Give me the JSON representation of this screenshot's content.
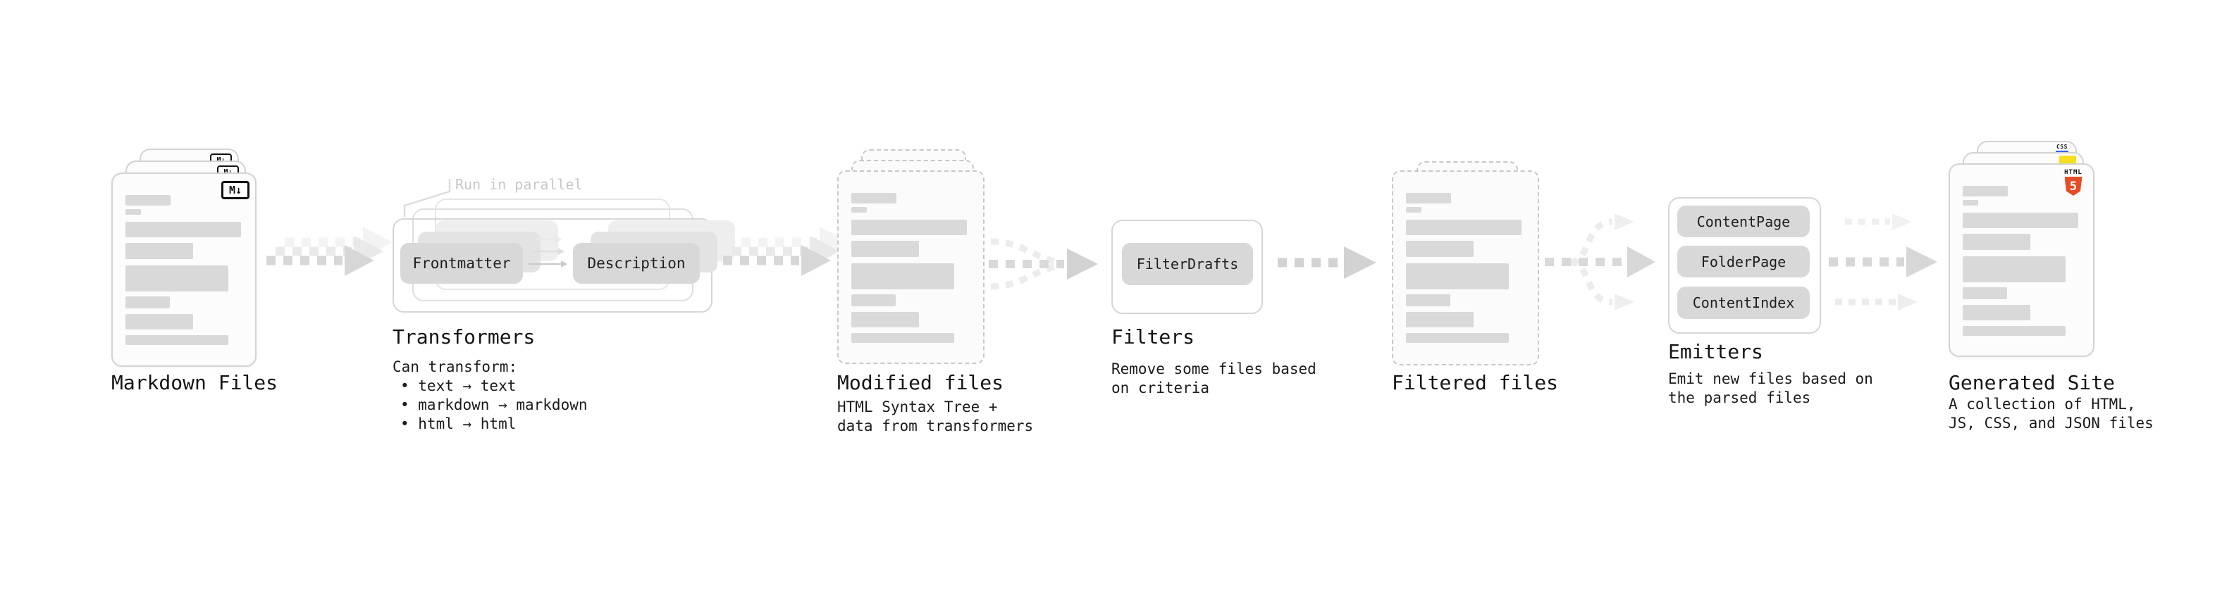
{
  "stages": {
    "markdown_files": {
      "label": "Markdown Files",
      "badge": "M↓"
    },
    "transformers": {
      "label": "Transformers",
      "annotation": "Run in parallel",
      "plugins": [
        "Frontmatter",
        "Description"
      ],
      "notes": [
        "Can transform:",
        "• text → text",
        "• markdown → markdown",
        "• html → html"
      ]
    },
    "modified_files": {
      "label": "Modified files",
      "notes": [
        "HTML Syntax Tree +",
        "data from transformers"
      ]
    },
    "filters": {
      "label": "Filters",
      "plugins": [
        "FilterDrafts"
      ],
      "notes": [
        "Remove some files based",
        "on criteria"
      ]
    },
    "filtered_files": {
      "label": "Filtered files"
    },
    "emitters": {
      "label": "Emitters",
      "plugins": [
        "ContentPage",
        "FolderPage",
        "ContentIndex"
      ],
      "notes": [
        "Emit new files based on",
        "the parsed files"
      ]
    },
    "generated_site": {
      "label": "Generated Site",
      "badges": {
        "css": "CSS",
        "html": "HTML",
        "html_version": "5"
      },
      "notes": [
        "A collection of HTML,",
        "JS, CSS, and JSON files"
      ]
    }
  },
  "colors": {
    "text": "#1f1f1f",
    "pill_gray": "#d8d8d8",
    "arrow_gray": "#d7d7d7",
    "html5_orange": "#e44d26",
    "js_yellow": "#f7df1e",
    "css_blue": "#2965f1"
  }
}
